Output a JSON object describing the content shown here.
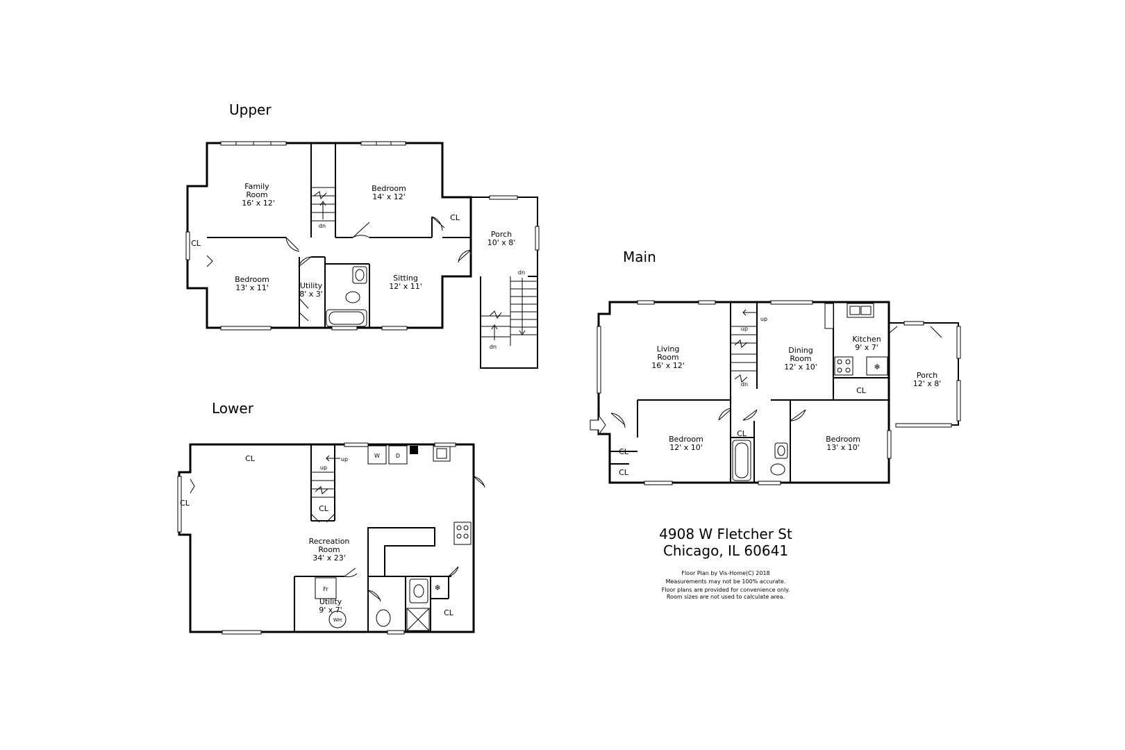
{
  "address": {
    "line1": "4908 W Fletcher St",
    "line2": "Chicago, IL 60641"
  },
  "credit": "Floor Plan by Vis-Home(C) 2018",
  "disclaimers": [
    "Measurements may not be 100% accurate.",
    "Floor plans are provided for convenience only.",
    "Room sizes are not used to calculate area."
  ],
  "floors": {
    "upper": {
      "title": "Upper",
      "rooms": {
        "family_room": {
          "name_1": "Family",
          "name_2": "Room",
          "size": "16' x 12'"
        },
        "bedroom_1": {
          "name": "Bedroom",
          "size": "14' x 12'"
        },
        "bedroom_2": {
          "name": "Bedroom",
          "size": "13' x 11'"
        },
        "utility": {
          "name": "Utility",
          "size": "8' x 3'"
        },
        "sitting": {
          "name": "Sitting",
          "size": "12' x 11'"
        },
        "porch": {
          "name": "Porch",
          "size": "10' x 8'"
        }
      },
      "labels": {
        "closet_a": "CL",
        "closet_b": "CL",
        "stair_dn_1": "dn",
        "stair_dn_2": "dn",
        "stair_dn_3": "dn"
      }
    },
    "main": {
      "title": "Main",
      "rooms": {
        "living_room": {
          "name_1": "Living",
          "name_2": "Room",
          "size": "16' x 12'"
        },
        "dining_room": {
          "name_1": "Dining",
          "name_2": "Room",
          "size": "12' x 10'"
        },
        "kitchen": {
          "name": "Kitchen",
          "size": "9' x 7'"
        },
        "porch": {
          "name": "Porch",
          "size": "12' x 8'"
        },
        "bedroom_1": {
          "name": "Bedroom",
          "size": "12' x 10'"
        },
        "bedroom_2": {
          "name": "Bedroom",
          "size": "13' x 10'"
        }
      },
      "labels": {
        "closet_kitchen": "CL",
        "closet_entry_1": "CL",
        "closet_entry_2": "CL",
        "closet_hall": "CL",
        "stair_up_1": "up",
        "stair_up_2": "up",
        "stair_dn": "dn"
      }
    },
    "lower": {
      "title": "Lower",
      "rooms": {
        "recreation_room": {
          "name_1": "Recreation",
          "name_2": "Room",
          "size": "34' x 23'"
        },
        "utility": {
          "name": "Utility",
          "size": "9' x 7'"
        }
      },
      "labels": {
        "closet_main": "CL",
        "closet_left": "CL",
        "closet_stair": "CL",
        "closet_bath": "CL",
        "stair_up_1": "up",
        "stair_up_2": "up",
        "washer": "W",
        "dryer": "D",
        "fridge": "Fr",
        "water_heater": "WH"
      }
    }
  }
}
